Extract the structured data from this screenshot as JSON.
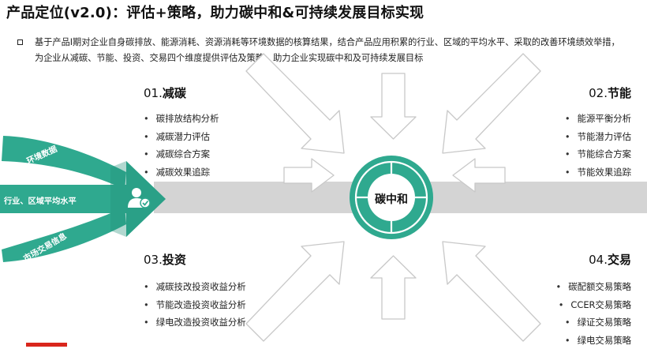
{
  "title": "产品定位(v2.0)：评估+策略，助力碳中和&可持续发展目标实现",
  "intro": "基于产品I期对企业自身碳排放、能源消耗、资源消耗等环境数据的核算结果，结合产品应用积累的行业、区域的平均水平、采取的改善环境绩效举措，为企业从减碳、节能、投资、交易四个维度提供评估及策略，助力企业实现碳中和及可持续发展目标",
  "center": "碳中和",
  "inputs": [
    "环境数据",
    "行业、区域平均水平",
    "市场交易信息"
  ],
  "colors": {
    "teal": "#2fa98f",
    "teal_dark": "#218f77",
    "gray_band": "#d4d4d4",
    "arrow_fill": "#ffffff",
    "arrow_stroke": "#c8c8c8",
    "red": "#d9261c"
  },
  "quadrants": [
    {
      "num": "01.",
      "name": "减碳",
      "items": [
        "碳排放结构分析",
        "减碳潜力评估",
        "减碳综合方案",
        "减碳效果追踪"
      ]
    },
    {
      "num": "02.",
      "name": "节能",
      "items": [
        "能源平衡分析",
        "节能潜力评估",
        "节能综合方案",
        "节能效果追踪"
      ]
    },
    {
      "num": "03.",
      "name": "投资",
      "items": [
        "减碳技改投资收益分析",
        "节能改造投资收益分析",
        "绿电改造投资收益分析"
      ]
    },
    {
      "num": "04.",
      "name": "交易",
      "items": [
        "碳配额交易策略",
        "CCER交易策略",
        "绿证交易策略",
        "绿电交易策略"
      ]
    }
  ],
  "icons": {
    "user_check": "user-check-icon"
  }
}
